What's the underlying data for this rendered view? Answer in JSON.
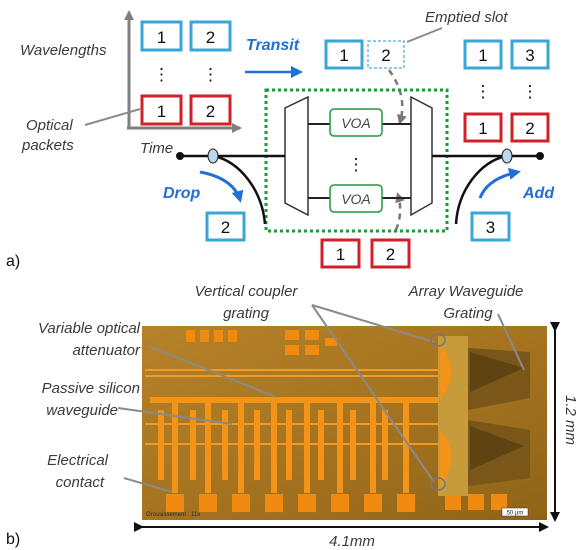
{
  "panel_a": {
    "panel_label": "a)",
    "wavelengths_label": "Wavelengths",
    "optical_packets_label": "Optical packets",
    "optical_packets_line1": "Optical",
    "optical_packets_line2": "packets",
    "time_label": "Time",
    "transit_label": "Transit",
    "emptied_slot_label": "Emptied slot",
    "drop_label": "Drop",
    "add_label": "Add",
    "voa_label": "VOA",
    "dots": "⋮",
    "input_top": [
      "1",
      "2"
    ],
    "input_bottom": [
      "1",
      "2"
    ],
    "transit_boxes": [
      "1",
      "2"
    ],
    "output_top": [
      "1",
      "3"
    ],
    "output_bottom": [
      "1",
      "2"
    ],
    "drop_box": "2",
    "add_box": "3",
    "bottom_boxes": [
      "1",
      "2"
    ],
    "colors": {
      "blue_box": "#3aa6d6",
      "red_box": "#d0202a",
      "green_dashed": "#1a9a3a",
      "accent_blue": "#1f6fd6"
    }
  },
  "panel_b": {
    "panel_label": "b)",
    "vertical_coupler_line1": "Vertical coupler",
    "vertical_coupler_line2": "grating",
    "awg_line1": "Array Waveguide",
    "awg_line2": "Grating",
    "voa_line1": "Variable optical",
    "voa_line2": "attenuator",
    "passive_line1": "Passive silicon",
    "passive_line2": "waveguide",
    "contact_line1": "Electrical",
    "contact_line2": "contact",
    "height_dim": "1.2 mm",
    "width_dim": "4.1mm",
    "scale_bar_text": "50 µm",
    "micro_caption": "Grossissement : 11x"
  }
}
